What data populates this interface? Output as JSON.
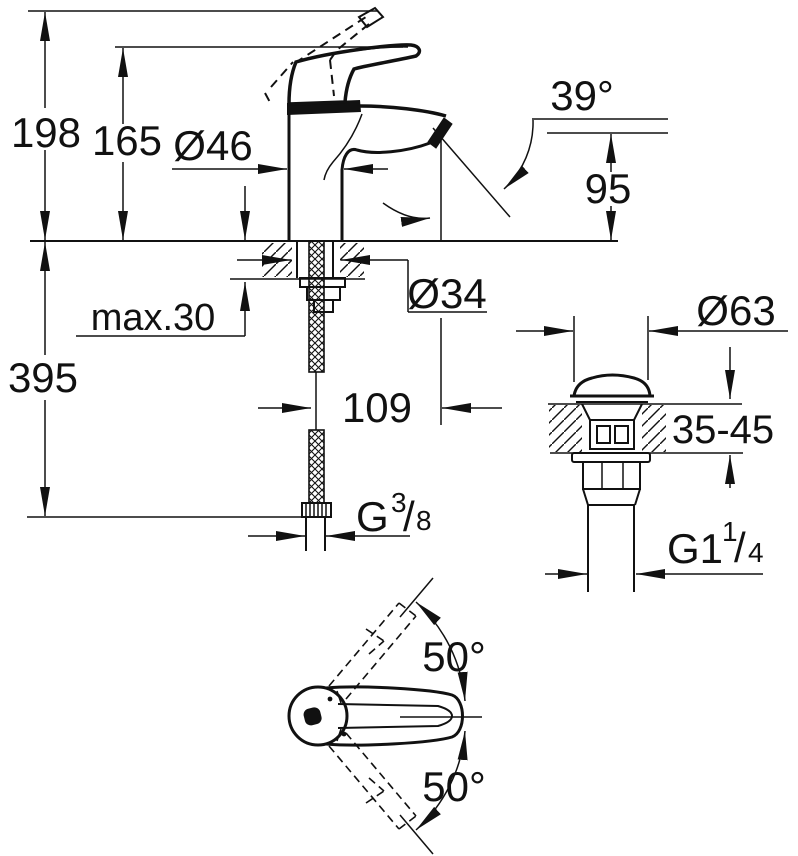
{
  "meta": {
    "drawing_type": "technical dimension drawing",
    "product": "single-lever basin mixer faucet with pop-up waste",
    "background_color": "#ffffff",
    "line_color": "#111111"
  },
  "front_view": {
    "overall_height": "198",
    "height_to_lever": "165",
    "body_diameter": "Ø46",
    "spout_stream_angle": "39°",
    "spout_outlet_height": "95",
    "max_mounting_thickness": "max.30",
    "mounting_hole_diameter": "Ø34",
    "hose_length_below_deck": "395",
    "spout_projection": "109",
    "supply_connection_thread": {
      "prefix": "G",
      "numerator": "3",
      "slash": "/",
      "denominator": "8"
    }
  },
  "drain_detail": {
    "plug_diameter": "Ø63",
    "mounting_thickness_range": "35-45",
    "waste_thread": {
      "prefix": "G1",
      "numerator": "1",
      "slash": "/",
      "denominator": "4"
    }
  },
  "top_view": {
    "lever_swivel_upper": "50°",
    "lever_swivel_lower": "50°"
  }
}
